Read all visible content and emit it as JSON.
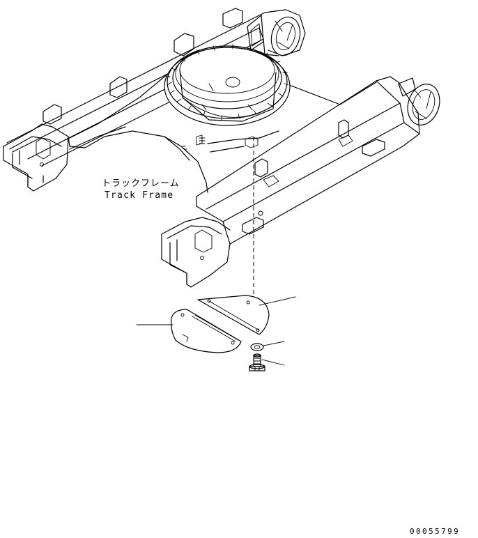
{
  "frame_label": {
    "japanese": "トラックフレーム",
    "english": "Track Frame"
  },
  "drawing_number": "00055799"
}
